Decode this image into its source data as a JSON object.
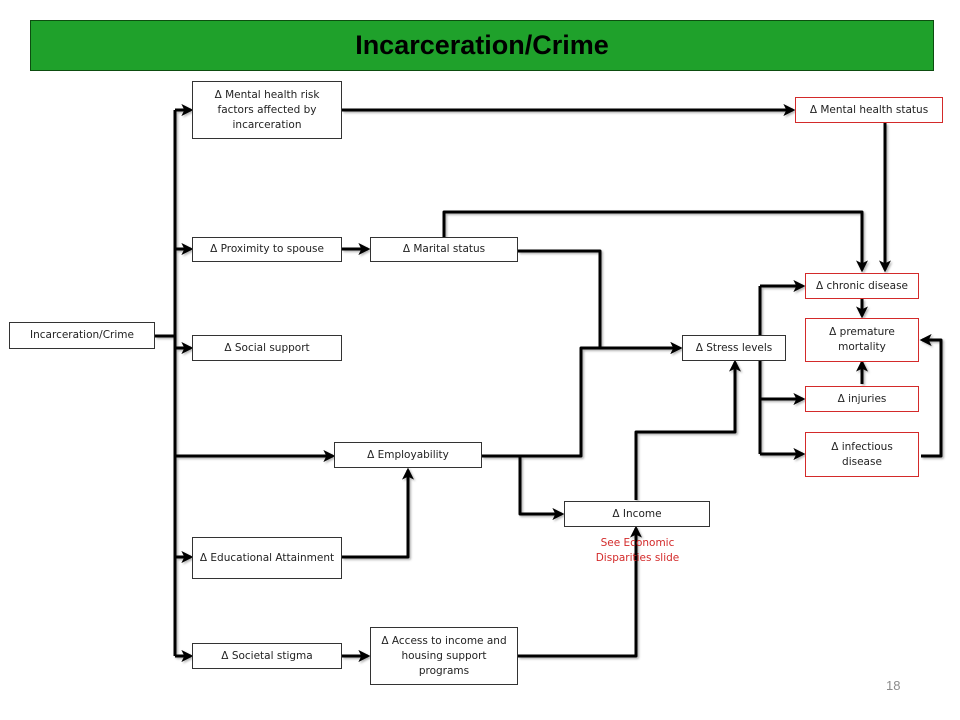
{
  "title": "Incarceration/Crime",
  "nodes": {
    "source": "Incarceration/Crime",
    "mental_risk": "Δ Mental health risk factors affected by incarceration",
    "proximity": "Δ Proximity to spouse",
    "marital": "Δ Marital status",
    "social_support": "Δ Social support",
    "employability": "Δ Employability",
    "education": "Δ Educational Attainment",
    "stigma": "Δ Societal stigma",
    "access": "Δ Access to income and housing support programs",
    "income": "Δ Income",
    "stress": "Δ Stress levels",
    "mental_status": "Δ Mental health status",
    "chronic": "Δ chronic disease",
    "premature": "Δ premature mortality",
    "injuries": "Δ injuries",
    "infectious": "Δ infectious disease"
  },
  "note": "See Economic Disparities slide",
  "page_number": "18",
  "colors": {
    "title_bg": "#1fa12b",
    "outcome_border": "#d32a2a",
    "note_text": "#d32a2a",
    "connector": "#000000"
  }
}
